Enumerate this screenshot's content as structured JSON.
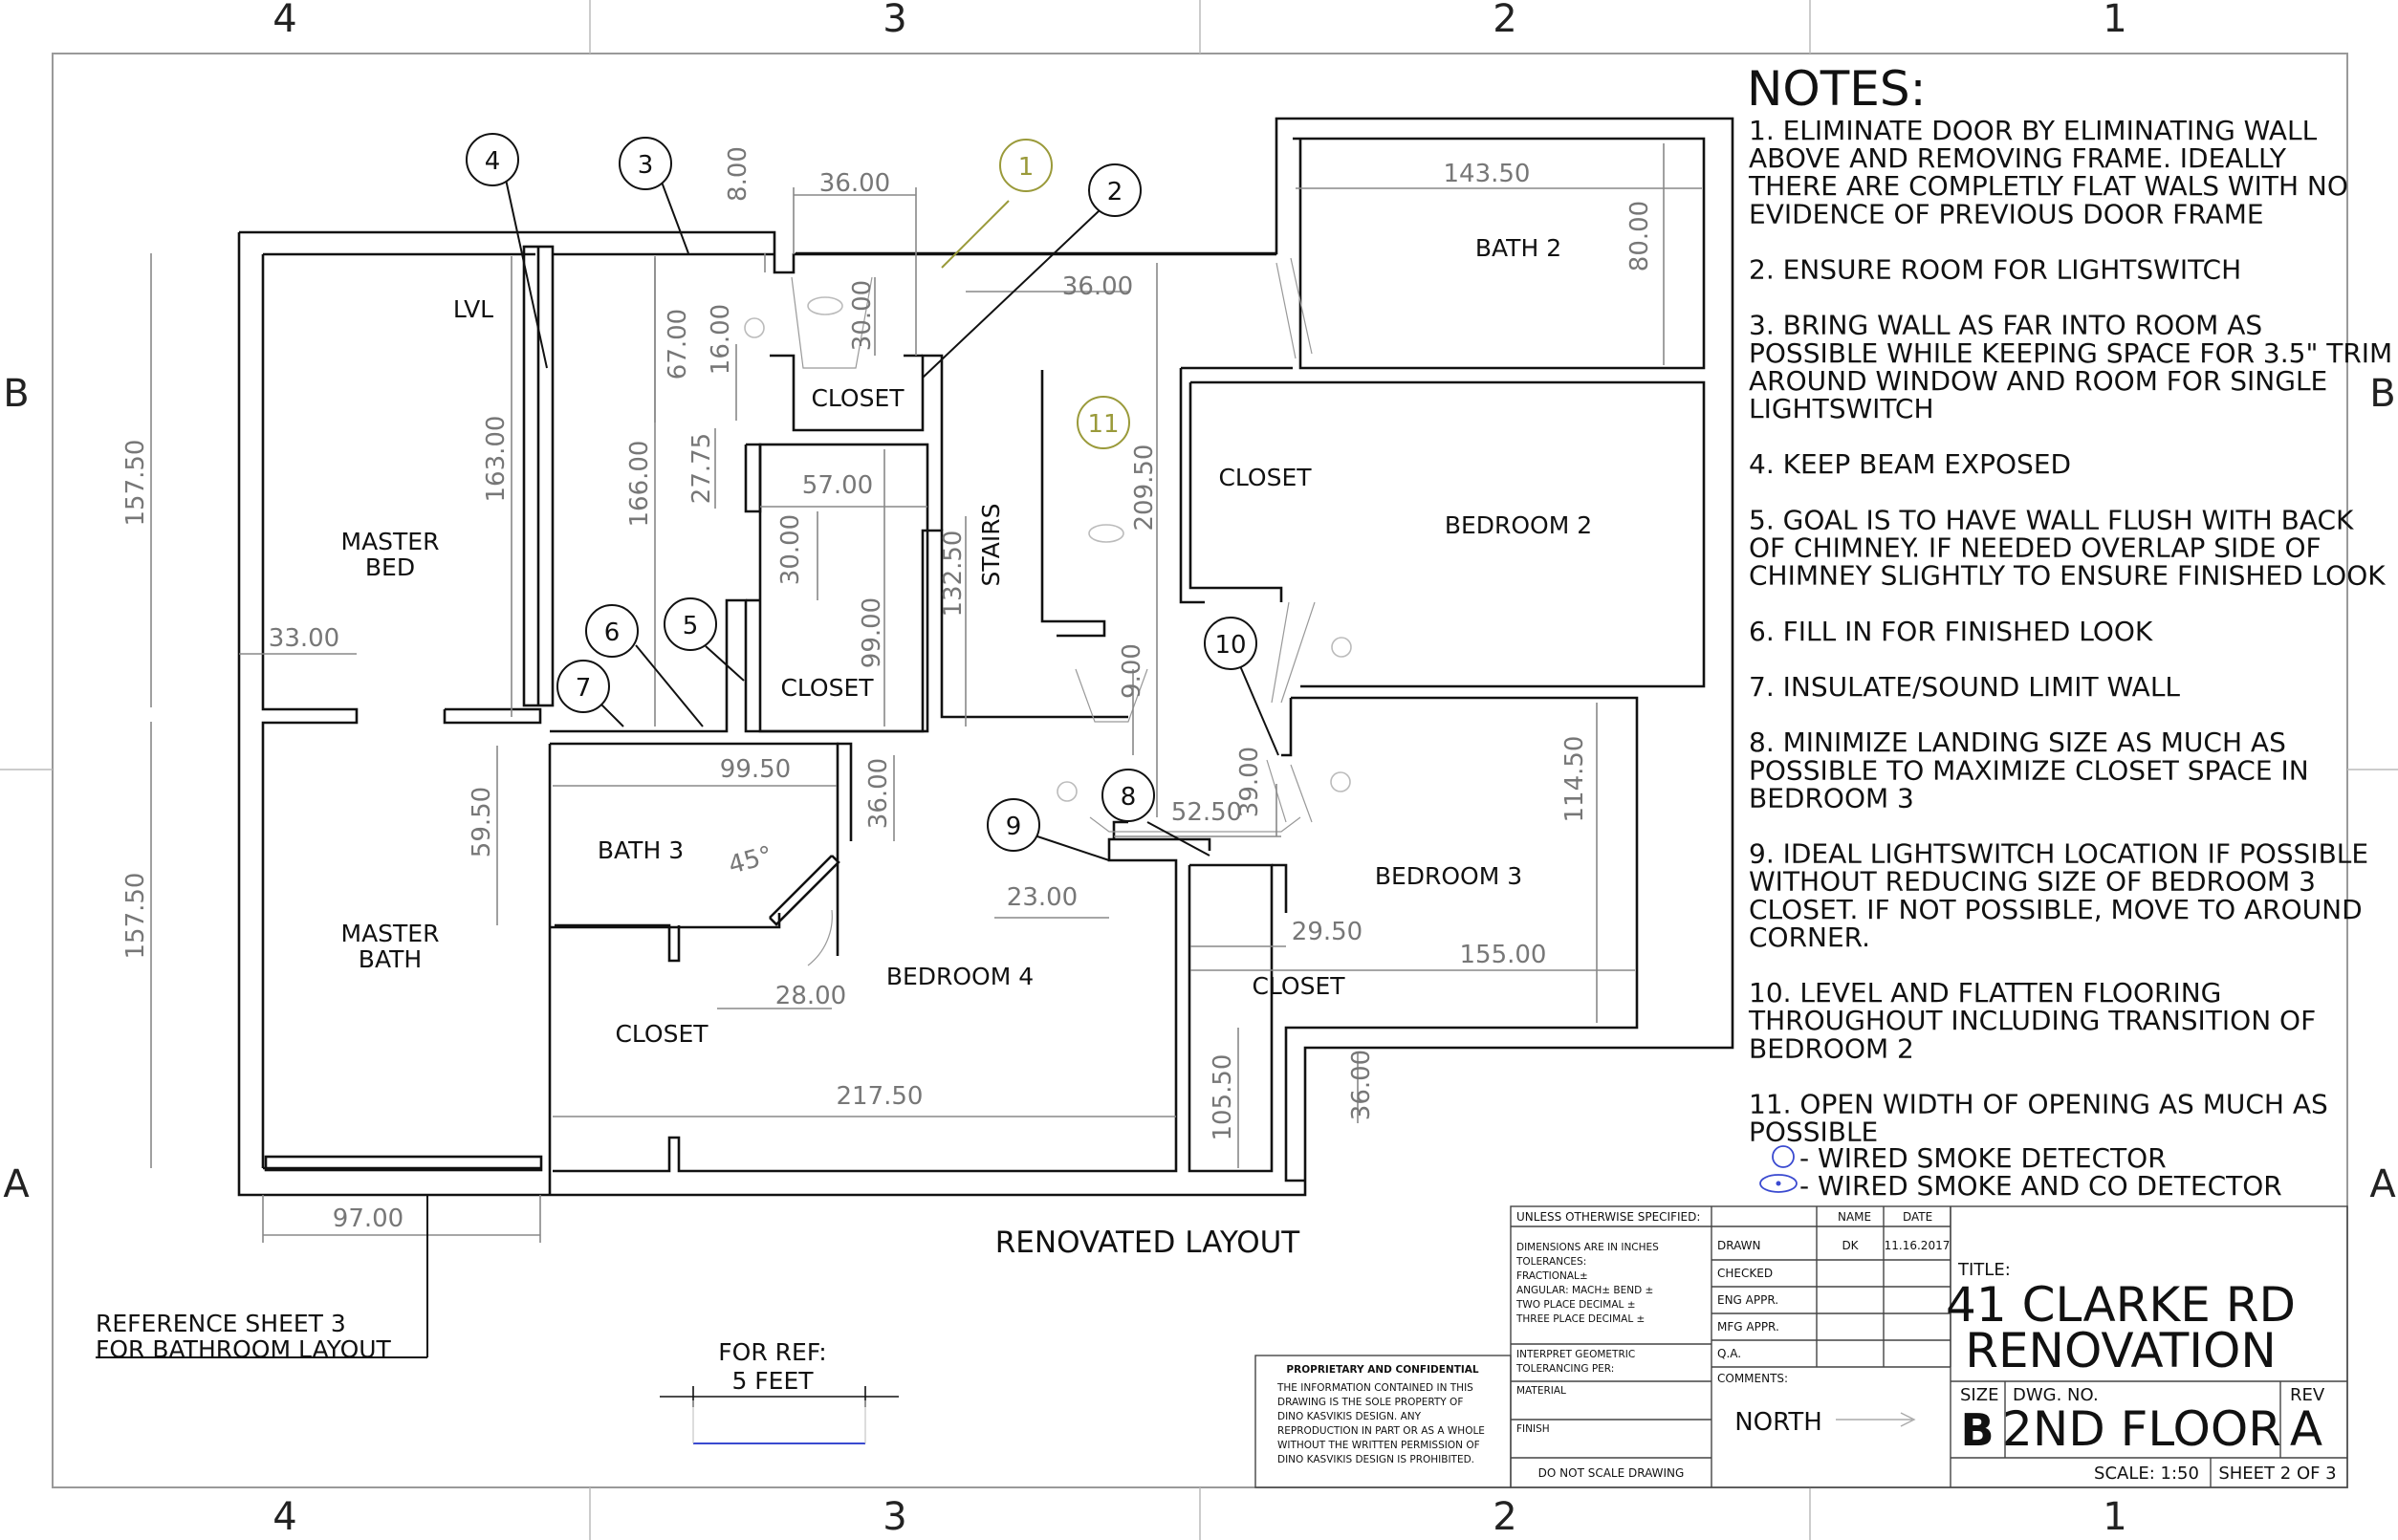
{
  "zones": {
    "columns": [
      "4",
      "3",
      "2",
      "1"
    ],
    "rows": [
      "B",
      "A"
    ]
  },
  "rooms": {
    "master_bed": [
      "MASTER",
      "BED"
    ],
    "master_bath": [
      "MASTER",
      "BATH"
    ],
    "closet_top": "CLOSET",
    "closet_mid": "CLOSET",
    "stairs": "STAIRS",
    "bath2": "BATH 2",
    "closet_b2": "CLOSET",
    "bedroom2": "BEDROOM 2",
    "bath3": "BATH 3",
    "bedroom4": "BEDROOM 4",
    "closet_b4": "CLOSET",
    "bedroom3": "BEDROOM 3",
    "closet_b3": "CLOSET",
    "lvl": "LVL",
    "angle": "45°"
  },
  "dimensions": {
    "d143_50": "143.50",
    "d80_00": "80.00",
    "d36_00a": "36.00",
    "d8_00": "8.00",
    "d30_00a": "30.00",
    "d36_00b": "36.00",
    "d67_00": "67.00",
    "d16_00": "16.00",
    "d27_75": "27.75",
    "d57_00": "57.00",
    "d30_00b": "30.00",
    "d99_00": "99.00",
    "d132_50": "132.50",
    "d209_50": "209.50",
    "d166_00": "166.00",
    "d163_00": "163.00",
    "d157_50a": "157.50",
    "d157_50b": "157.50",
    "d33_00": "33.00",
    "d9_00": "9.00",
    "d99_50": "99.50",
    "d59_50": "59.50",
    "d36_00c": "36.00",
    "d52_50": "52.50",
    "d39_00": "39.00",
    "d114_50": "114.50",
    "d23_00": "23.00",
    "d28_00": "28.00",
    "d29_50": "29.50",
    "d155_00": "155.00",
    "d105_50": "105.50",
    "d36_00d": "36.00",
    "d217_50": "217.50",
    "d97_00": "97.00"
  },
  "callouts": [
    "1",
    "2",
    "3",
    "4",
    "5",
    "6",
    "7",
    "8",
    "9",
    "10",
    "11"
  ],
  "layout_title": "RENOVATED LAYOUT",
  "reference_note": [
    "REFERENCE SHEET 3",
    "FOR BATHROOM LAYOUT"
  ],
  "scale_ref": [
    "FOR REF:",
    "5 FEET"
  ],
  "notes": {
    "title": "NOTES:",
    "lines": [
      "1. ELIMINATE DOOR BY ELIMINATING WALL",
      "ABOVE AND REMOVING FRAME. IDEALLY",
      "THERE ARE COMPLETLY FLAT WALS WITH NO",
      "EVIDENCE OF PREVIOUS DOOR FRAME",
      "",
      "2. ENSURE ROOM FOR LIGHTSWITCH",
      "",
      "3. BRING WALL AS FAR INTO ROOM AS",
      "POSSIBLE WHILE KEEPING SPACE FOR 3.5\" TRIM",
      "AROUND WINDOW AND ROOM FOR SINGLE",
      "LIGHTSWITCH",
      "",
      "4. KEEP BEAM EXPOSED",
      "",
      "5. GOAL IS TO HAVE WALL FLUSH WITH BACK",
      "OF CHIMNEY.  IF NEEDED OVERLAP SIDE OF",
      "CHIMNEY SLIGHTLY TO ENSURE FINISHED LOOK",
      "",
      "6. FILL IN FOR FINISHED LOOK",
      "",
      "7. INSULATE/SOUND LIMIT WALL",
      "",
      "8. MINIMIZE LANDING SIZE AS MUCH AS",
      "POSSIBLE TO MAXIMIZE CLOSET SPACE IN",
      "BEDROOM 3",
      "",
      "9.  IDEAL LIGHTSWITCH LOCATION IF POSSIBLE",
      "WITHOUT REDUCING SIZE OF BEDROOM 3",
      "CLOSET.  IF NOT POSSIBLE, MOVE TO AROUND",
      "CORNER.",
      "",
      "10. LEVEL AND FLATTEN FLOORING",
      "THROUGHOUT INCLUDING TRANSITION OF",
      "BEDROOM 2",
      "",
      "11. OPEN WIDTH OF OPENING AS MUCH AS",
      "POSSIBLE"
    ],
    "legend_smoke": "- WIRED SMOKE DETECTOR",
    "legend_co": "- WIRED SMOKE AND CO DETECTOR"
  },
  "title_block": {
    "unless": "UNLESS OTHERWISE SPECIFIED:",
    "name_hdr": "NAME",
    "date_hdr": "DATE",
    "dims_in": "DIMENSIONS ARE IN INCHES",
    "tolerances": "TOLERANCES:",
    "fractional": "FRACTIONAL±",
    "angular": "ANGULAR: MACH±     BEND ±",
    "two_place": "TWO PLACE DECIMAL    ±",
    "three_place": "THREE PLACE DECIMAL   ±",
    "interpret": "INTERPRET GEOMETRIC",
    "tol_per": "TOLERANCING PER:",
    "material": "MATERIAL",
    "finish": "FINISH",
    "do_not_scale": "DO NOT SCALE DRAWING",
    "drawn": "DRAWN",
    "drawn_name": "DK",
    "drawn_date": "11.16.2017",
    "checked": "CHECKED",
    "eng_appr": "ENG APPR.",
    "mfg_appr": "MFG APPR.",
    "qa": "Q.A.",
    "comments": "COMMENTS:",
    "north": "NORTH",
    "title_label": "TITLE:",
    "title_line1": "41 CLARKE RD",
    "title_line2": "RENOVATION",
    "size_label": "SIZE",
    "size_value": "B",
    "dwg_label": "DWG.  NO.",
    "dwg_value": "2ND FLOOR",
    "rev_label": "REV",
    "rev_value": "A",
    "scale": "SCALE: 1:50",
    "sheet": "SHEET 2 OF 3",
    "prop_title": "PROPRIETARY AND CONFIDENTIAL",
    "prop_lines": [
      "THE INFORMATION CONTAINED IN THIS",
      "DRAWING IS THE SOLE PROPERTY OF",
      "DINO KASVIKIS DESIGN.  ANY",
      "REPRODUCTION IN PART OR AS A WHOLE",
      "WITHOUT THE WRITTEN PERMISSION OF",
      "DINO KASVIKIS DESIGN IS PROHIBITED."
    ]
  },
  "colors": {
    "line": "#111111",
    "dimension": "#888888",
    "callout_olive": "#9a9a3a",
    "detector_blue": "#3a4ad0"
  }
}
